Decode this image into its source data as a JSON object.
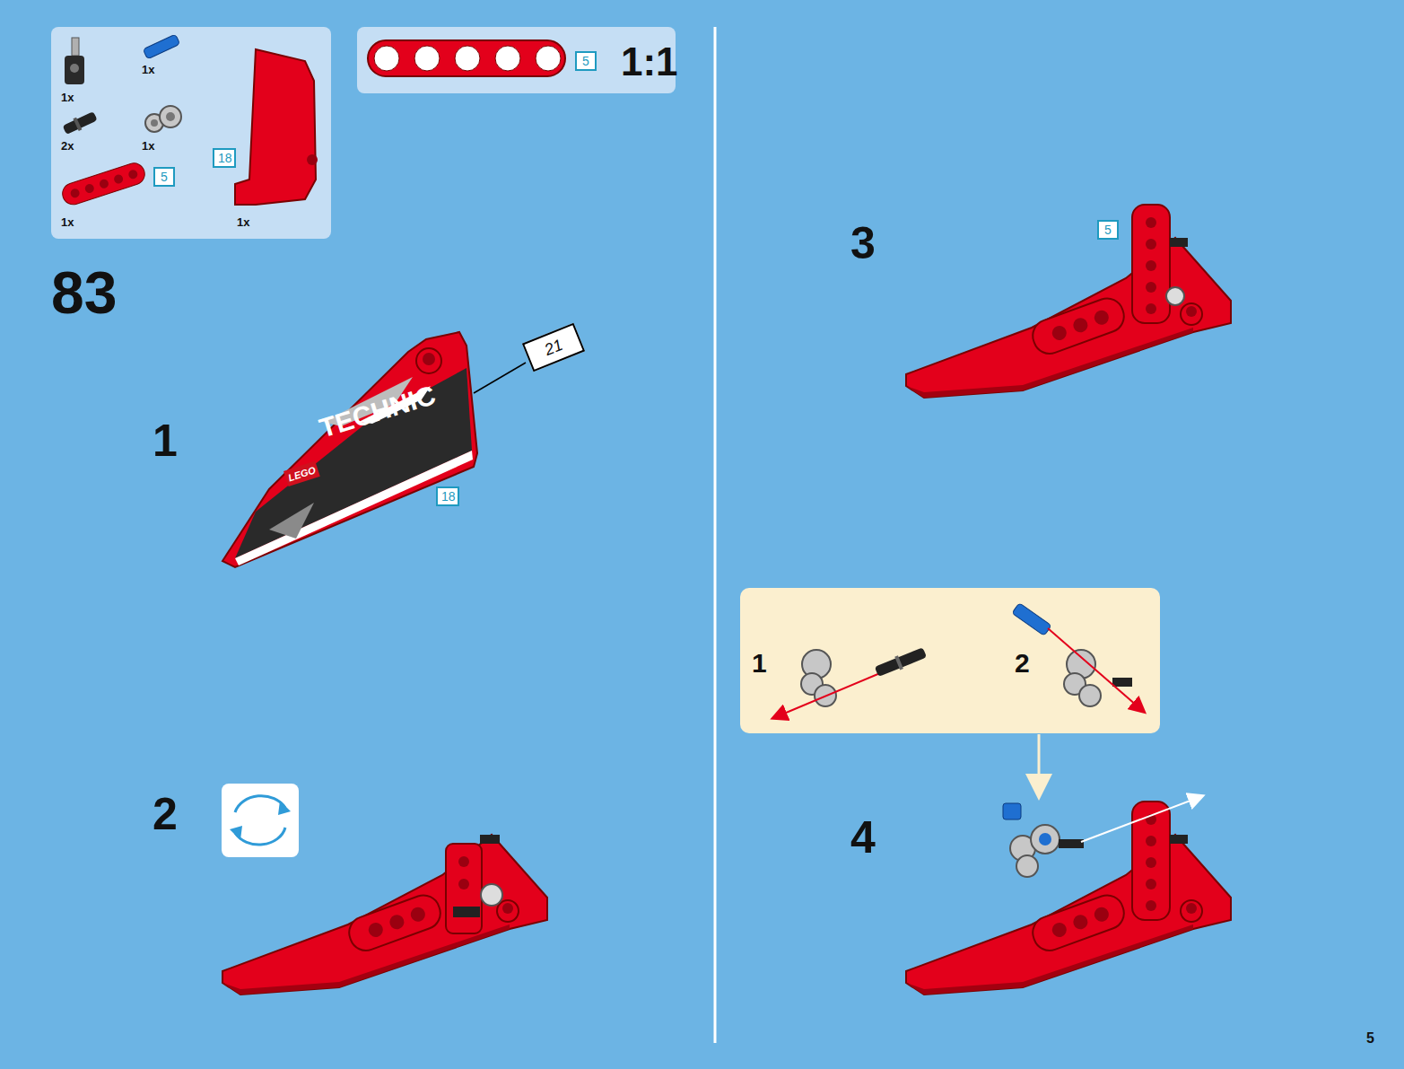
{
  "diagram": {
    "nodes": [
      {
        "text": [
          "1x",
          "1x",
          "2x",
          "1x",
          "1x",
          "1x"
        ]
      },
      {
        "text": [
          "5"
        ],
        "in": 0
      },
      {
        "text": [
          "18"
        ],
        "in": 0
      },
      {
        "text": [
          "1:1"
        ]
      },
      {
        "text": [
          "5"
        ],
        "in": 3
      },
      {
        "text": [
          "21"
        ]
      },
      {
        "text": [
          "18"
        ]
      },
      {
        "text": [
          "5"
        ]
      },
      {
        "text": [
          "1",
          "2"
        ]
      }
    ],
    "labels": [
      "83",
      "1",
      "LEGO",
      "TECHNIC",
      "2",
      "3",
      "4",
      "5"
    ]
  }
}
